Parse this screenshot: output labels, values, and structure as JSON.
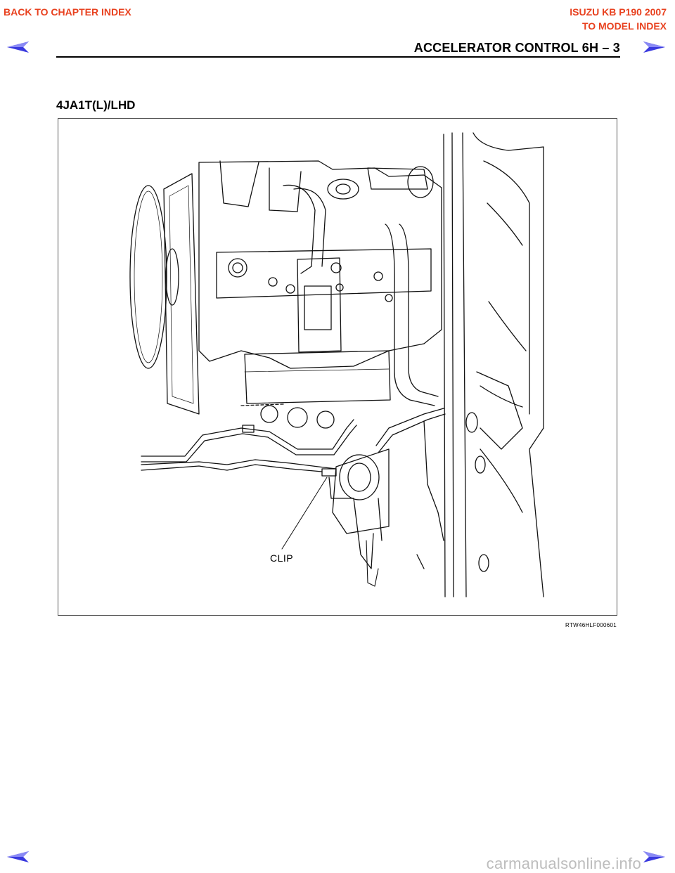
{
  "nav": {
    "back_chapter": "BACK TO CHAPTER INDEX",
    "model": "ISUZU KB P190 2007",
    "to_model": "TO MODEL INDEX"
  },
  "header": {
    "title": "ACCELERATOR CONTROL    6H – 3"
  },
  "section": {
    "heading": "4JA1T(L)/LHD"
  },
  "figure": {
    "callout": "CLIP",
    "code": "RTW46HLF000601"
  },
  "footer": {
    "watermark": "carmanualsonline.info"
  },
  "colors": {
    "link": "#e8411f",
    "arrow_fill": "#3a3adf"
  },
  "icons": {
    "prev": "arrow-left-icon",
    "next": "arrow-right-icon"
  }
}
